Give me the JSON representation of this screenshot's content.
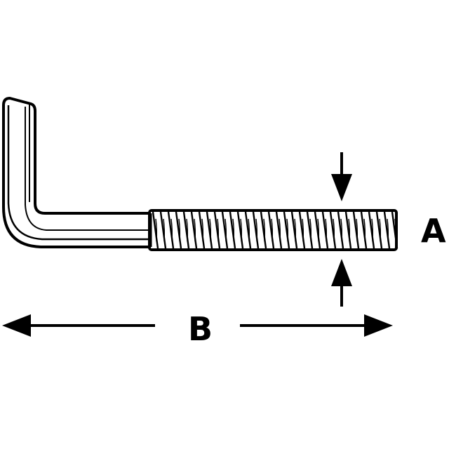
{
  "labels": {
    "diameter": "A",
    "length": "B"
  },
  "colors": {
    "stroke": "#000000",
    "fill": "#ffffff"
  },
  "parts": {
    "bent-shank": "smooth-l-bend",
    "threaded-end": "screw-thread"
  }
}
